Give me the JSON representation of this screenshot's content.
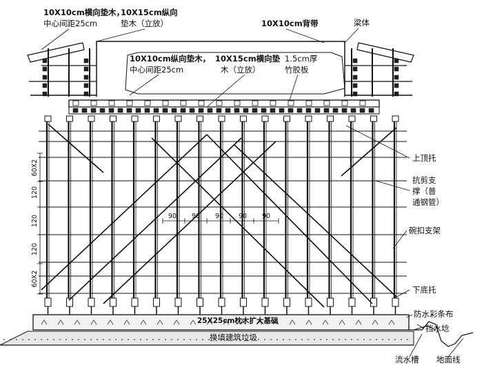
{
  "labels": {
    "tl_cross_timber_a": "10X10cm横向垫木，",
    "tl_cross_timber_b": "中心间距25cm",
    "tl_long_timber_a": "10X15cm纵向",
    "tl_long_timber_b": "垫木（立放）",
    "back_strap": "10X10cm背带",
    "beam_body": "梁体",
    "in_long_timber_a": "10X10cm纵向垫木，",
    "in_long_timber_b": "中心间距25cm",
    "in_cross_timber_a": "10X15cm横向垫",
    "in_cross_timber_b": "木（立放）",
    "plywood_a": "1.5cm厚",
    "plywood_b": "竹胶板",
    "top_support": "上顶托",
    "shear_brace_a": "抗剪支",
    "shear_brace_b": "撑（普",
    "shear_brace_c": "通钢管）",
    "bowl_frame": "碗扣支架",
    "bottom_support": "下底托",
    "waterproof_cloth": "防水彩条布",
    "water_ridge": "挡水埝",
    "sleeper_base": "25X25cm枕木扩大基础",
    "backfill": "换填建筑垃圾",
    "drain_ditch": "流水槽",
    "ground_line": "地面线"
  },
  "dimensions": {
    "vertical": [
      "60X2",
      "120",
      "120",
      "120",
      "60X2"
    ],
    "horizontal": [
      "90",
      "90",
      "90",
      "90",
      "90"
    ]
  }
}
